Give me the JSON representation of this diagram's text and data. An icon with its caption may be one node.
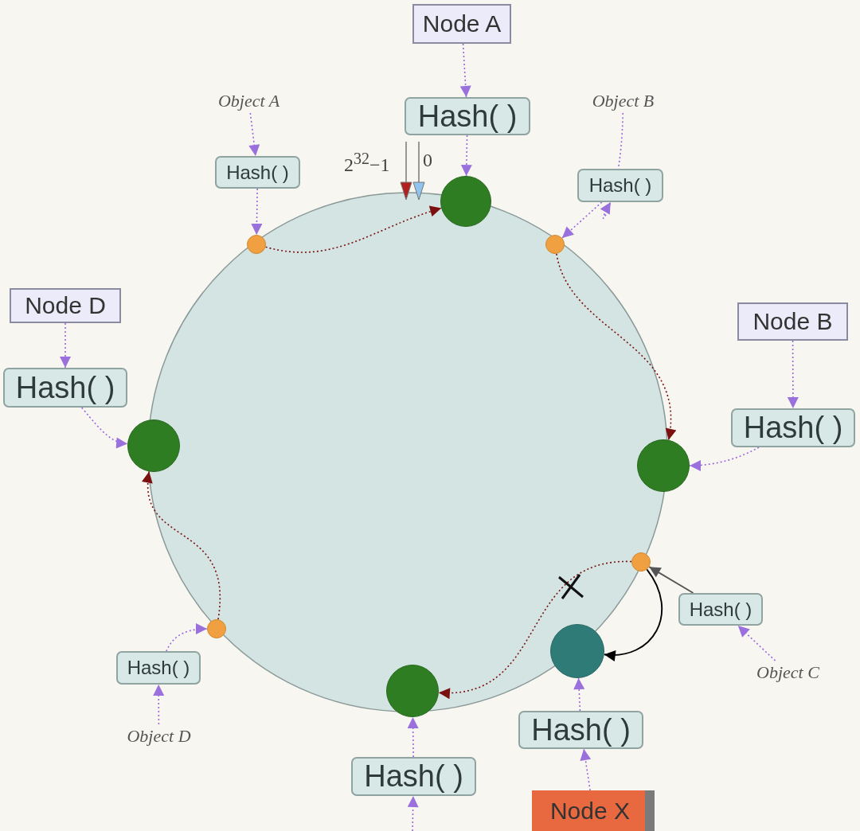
{
  "diagram": {
    "nodes": [
      {
        "text": [
          "Node A"
        ]
      },
      {
        "text": [
          "Hash( )"
        ]
      },
      {
        "text": [],
        "shape": "circle"
      },
      {
        "text": [
          "Object A"
        ]
      },
      {
        "text": [
          "Hash( )"
        ]
      },
      {
        "text": [],
        "shape": "circle"
      },
      {
        "text": [
          "Object B"
        ]
      },
      {
        "text": [
          "Hash( )"
        ]
      },
      {
        "text": [],
        "shape": "circle"
      },
      {
        "text": [
          "Node D"
        ]
      },
      {
        "text": [
          "Hash( )"
        ]
      },
      {
        "text": [],
        "shape": "circle"
      },
      {
        "text": [
          "Node B"
        ]
      },
      {
        "text": [
          "Hash( )"
        ]
      },
      {
        "text": [],
        "shape": "circle"
      },
      {
        "text": [],
        "shape": "circle"
      },
      {
        "text": [
          "Hash( )"
        ]
      },
      {
        "text": [
          "Object C"
        ]
      },
      {
        "text": [],
        "shape": "circle"
      },
      {
        "text": [
          "Hash( )"
        ]
      },
      {
        "text": [
          "Node X"
        ]
      },
      {
        "text": [],
        "shape": "circle"
      },
      {
        "text": [
          "Hash( )"
        ]
      },
      {
        "text": [],
        "shape": "circle"
      },
      {
        "text": [
          "Hash( )"
        ]
      },
      {
        "text": [
          "Object D"
        ]
      }
    ],
    "edges": [
      {
        "from": 0,
        "to": 1,
        "arrow": "to",
        "style": "dashed"
      },
      {
        "from": 1,
        "to": 2,
        "arrow": "to",
        "style": "dashed"
      },
      {
        "from": 3,
        "to": 4,
        "arrow": "to",
        "style": "dashed"
      },
      {
        "from": 4,
        "to": 5,
        "arrow": "to",
        "style": "dashed"
      },
      {
        "from": 6,
        "to": 7,
        "arrow": "to",
        "style": "dashed"
      },
      {
        "from": 7,
        "to": 8,
        "arrow": "to",
        "style": "dashed"
      },
      {
        "from": 9,
        "to": 10,
        "arrow": "to",
        "style": "dashed"
      },
      {
        "from": 10,
        "to": 11,
        "arrow": "to",
        "style": "dashed"
      },
      {
        "from": 12,
        "to": 13,
        "arrow": "to",
        "style": "dashed"
      },
      {
        "from": 13,
        "to": 14,
        "arrow": "to",
        "style": "dashed"
      },
      {
        "from": 17,
        "to": 16,
        "arrow": "to",
        "style": "dashed"
      },
      {
        "from": 16,
        "to": 15,
        "arrow": "to",
        "color": "#555555"
      },
      {
        "from": 25,
        "to": 24,
        "arrow": "to",
        "style": "dashed"
      },
      {
        "from": 24,
        "to": 23,
        "arrow": "to",
        "style": "dashed"
      },
      {
        "from": 20,
        "to": 19,
        "arrow": "to",
        "style": "dashed"
      },
      {
        "from": 19,
        "to": 18,
        "arrow": "to",
        "style": "dashed"
      },
      {
        "from": null,
        "to": 22,
        "arrow": "to",
        "style": "dashed"
      },
      {
        "from": 22,
        "to": 21,
        "arrow": "to",
        "style": "dashed"
      },
      {
        "from": 5,
        "to": 2,
        "arrow": "to",
        "style": "dashed",
        "color": "#7a1010"
      },
      {
        "from": 8,
        "to": 14,
        "arrow": "to",
        "style": "dashed",
        "color": "#7a1010"
      },
      {
        "from": 23,
        "to": 11,
        "arrow": "to",
        "style": "dashed",
        "color": "#7a1010"
      },
      {
        "from": 15,
        "to": 21,
        "arrow": "to",
        "style": "dashed",
        "color": "#7a1010"
      },
      {
        "from": 15,
        "to": 18,
        "arrow": "to",
        "color": "#000000"
      }
    ],
    "labels": [
      "2$^{32}$−1",
      "0"
    ]
  }
}
